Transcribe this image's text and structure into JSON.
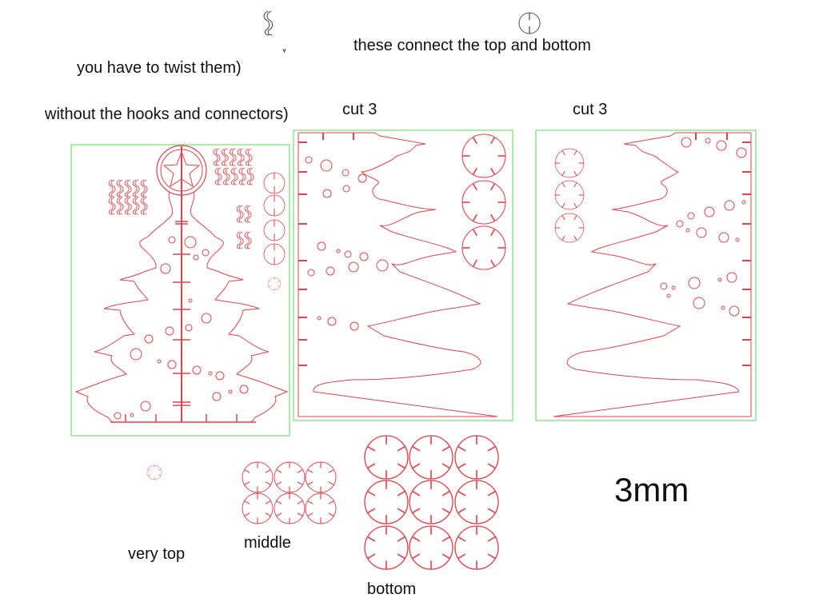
{
  "annotations": {
    "hooks_note": "you have to twist them)",
    "connectors_note": "these connect the top and bottom",
    "tree_note": "without the hooks and connectors)",
    "cut_left": "cut 3",
    "cut_right": "cut 3",
    "very_top": "very top",
    "middle": "middle",
    "bottom": "bottom",
    "thickness": "3mm"
  },
  "colors": {
    "cut_line": "#e8404a",
    "sheet_border": "#8ee88e",
    "sample_line": "#555555",
    "text": "#111111"
  },
  "sheets": [
    {
      "name": "tree-center-sheet",
      "parts": [
        "tree with star",
        "hooks x20",
        "hooks x8",
        "connectors x4",
        "very top gear"
      ]
    },
    {
      "name": "tree-half-left-sheet",
      "note": "cut 3",
      "parts": [
        "half tree",
        "gear discs x3"
      ]
    },
    {
      "name": "tree-half-right-sheet",
      "note": "cut 3",
      "parts": [
        "half tree",
        "gear discs x3"
      ]
    }
  ],
  "groups": {
    "very_top_count": 1,
    "middle_count": 6,
    "bottom_count": 9
  }
}
